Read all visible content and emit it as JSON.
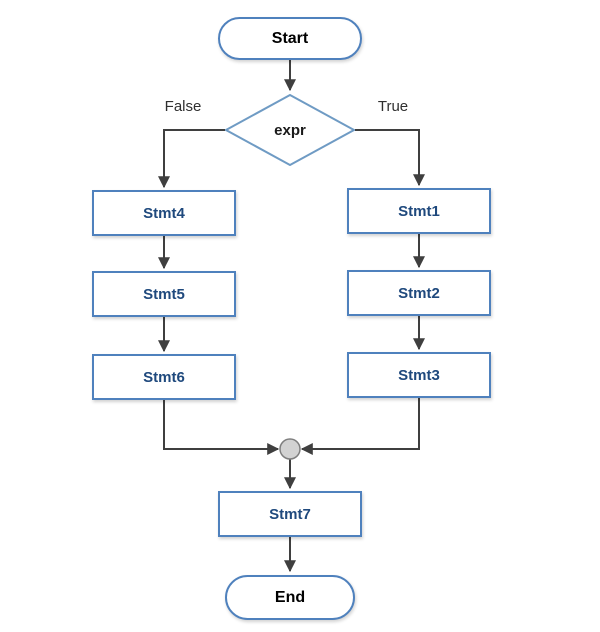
{
  "diagram": {
    "type": "flowchart",
    "nodes": {
      "start": {
        "label": "Start",
        "shape": "terminator"
      },
      "decision": {
        "label": "expr",
        "shape": "diamond"
      },
      "stmt1": {
        "label": "Stmt1",
        "shape": "process"
      },
      "stmt2": {
        "label": "Stmt2",
        "shape": "process"
      },
      "stmt3": {
        "label": "Stmt3",
        "shape": "process"
      },
      "stmt4": {
        "label": "Stmt4",
        "shape": "process"
      },
      "stmt5": {
        "label": "Stmt5",
        "shape": "process"
      },
      "stmt6": {
        "label": "Stmt6",
        "shape": "process"
      },
      "stmt7": {
        "label": "Stmt7",
        "shape": "process"
      },
      "end": {
        "label": "End",
        "shape": "terminator"
      },
      "merge": {
        "shape": "junction"
      }
    },
    "branch_labels": {
      "false": "False",
      "true": "True"
    },
    "edges": [
      {
        "from": "start",
        "to": "decision"
      },
      {
        "from": "decision",
        "to": "stmt4",
        "label": "False"
      },
      {
        "from": "decision",
        "to": "stmt1",
        "label": "True"
      },
      {
        "from": "stmt4",
        "to": "stmt5"
      },
      {
        "from": "stmt5",
        "to": "stmt6"
      },
      {
        "from": "stmt1",
        "to": "stmt2"
      },
      {
        "from": "stmt2",
        "to": "stmt3"
      },
      {
        "from": "stmt6",
        "to": "merge"
      },
      {
        "from": "stmt3",
        "to": "merge"
      },
      {
        "from": "merge",
        "to": "stmt7"
      },
      {
        "from": "stmt7",
        "to": "end"
      }
    ],
    "colors": {
      "shape_border": "#4f81bd",
      "process_text": "#1f497d",
      "terminator_text": "#000000",
      "connector": "#3f3f3f",
      "junction_fill": "#d2d2d2",
      "junction_border": "#7f7f7f",
      "background": "#ffffff"
    }
  }
}
